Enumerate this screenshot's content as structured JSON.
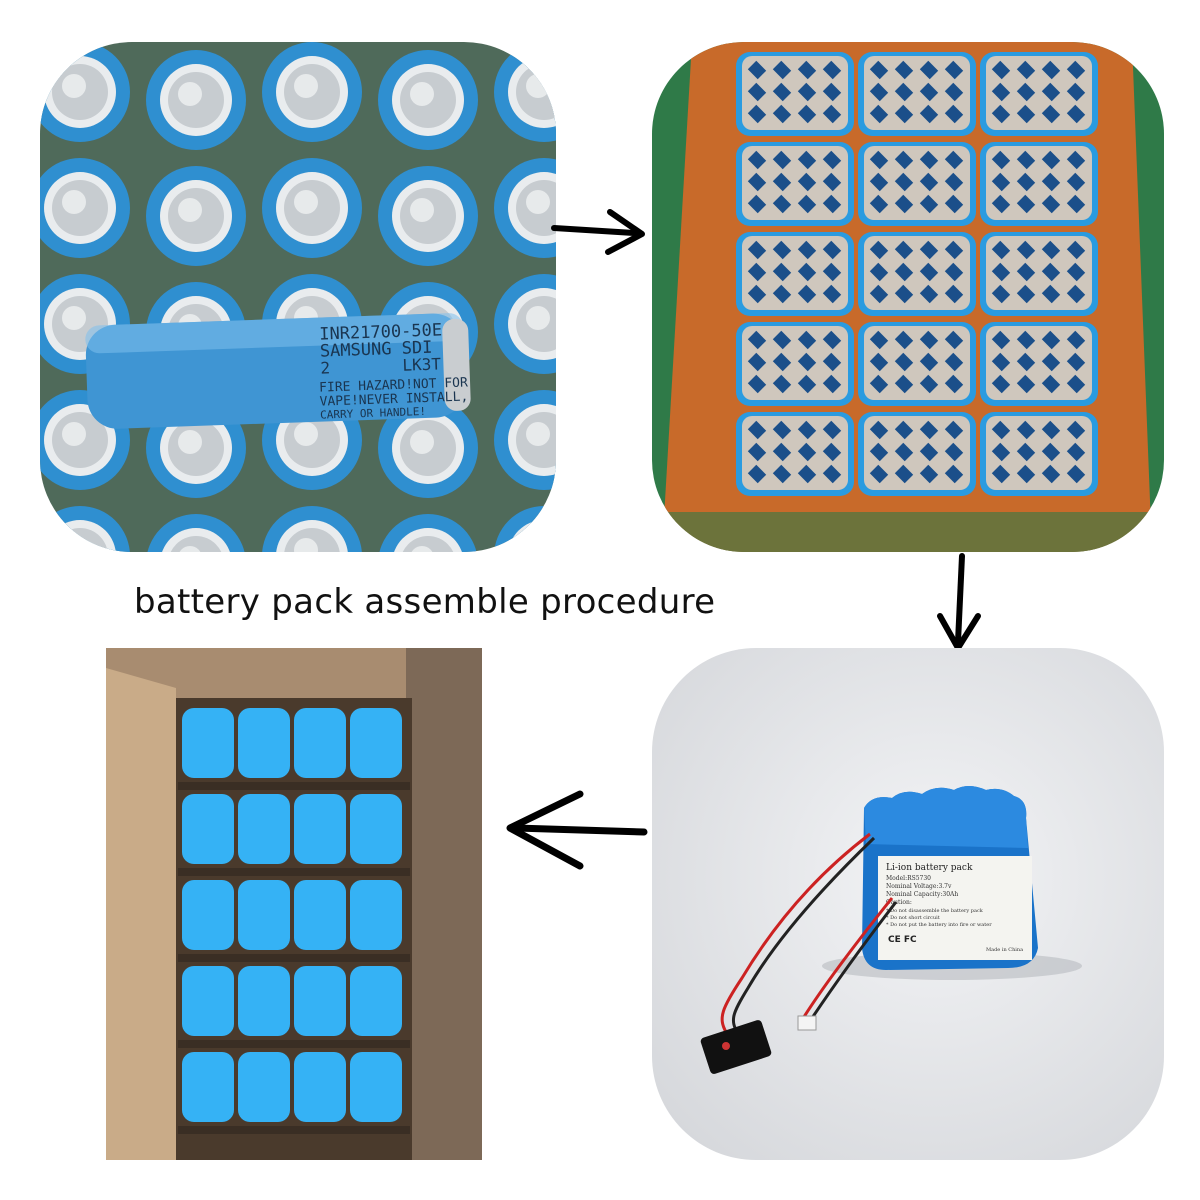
{
  "caption": "battery pack assemble procedure",
  "cell_label": {
    "line1": "INR21700-50E",
    "line2": "SAMSUNG  SDI",
    "line3_left": "2",
    "line3_right": "LK3T",
    "line4": "FIRE HAZARD!NOT FOR",
    "line5": "VAPE!NEVER INSTALL,",
    "line6": "CARRY OR HANDLE!"
  },
  "pack_label": {
    "title": "Li-ion battery pack",
    "model": "Model:RS5730",
    "voltage": "Nominal Voltage:3.7v",
    "capacity": "Nominal Capacity:30Ah",
    "caution": "Caution:",
    "warn1": "* Do not disassemble the battery pack",
    "warn2": "* Do not short circuit",
    "warn3": "* Do not put the battery into fire or water",
    "marks": "CE  FC",
    "origin": "Made in China"
  },
  "colors": {
    "cell_blue": "#2f8fd0",
    "pack_blue": "#1a73c9",
    "glow_blue": "#35b2f5",
    "nickel": "#cfc7bd",
    "fixture_orange": "#c86a2a",
    "cardboard": "#b99a7a"
  },
  "icons": [
    "arrow-right-icon",
    "arrow-down-icon",
    "arrow-left-icon"
  ]
}
